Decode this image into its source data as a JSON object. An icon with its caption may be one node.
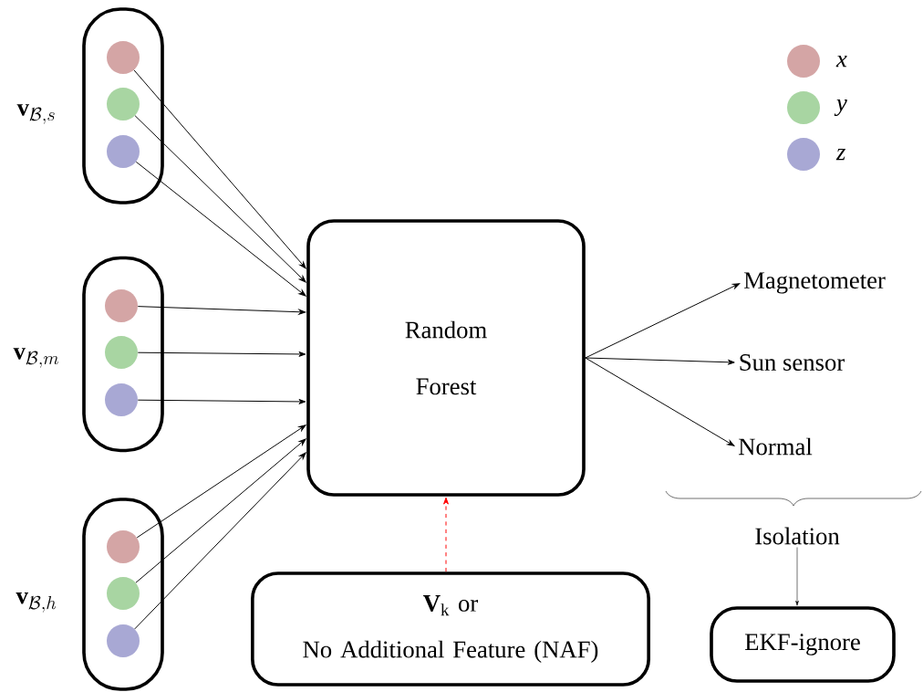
{
  "diagram": {
    "nodes": [
      {
        "text": [],
        "shape": "box",
        "beside": [
          "\\mathbf{v}_{\\mathcal{B},s}"
        ]
      },
      {
        "text": [],
        "shape": "circle",
        "in": 0
      },
      {
        "text": [],
        "shape": "circle",
        "in": 0
      },
      {
        "text": [],
        "shape": "circle",
        "in": 0
      },
      {
        "text": [],
        "shape": "box",
        "beside": [
          "\\mathbf{v}_{\\mathcal{B},m}"
        ]
      },
      {
        "text": [],
        "shape": "circle",
        "in": 4
      },
      {
        "text": [],
        "shape": "circle",
        "in": 4
      },
      {
        "text": [],
        "shape": "circle",
        "in": 4
      },
      {
        "text": [],
        "shape": "box",
        "beside": [
          "\\mathbf{v}_{\\mathcal{B},h}"
        ]
      },
      {
        "text": [],
        "shape": "circle",
        "in": 8
      },
      {
        "text": [],
        "shape": "circle",
        "in": 8
      },
      {
        "text": [],
        "shape": "circle",
        "in": 8
      },
      {
        "text": [
          "Random Forest"
        ]
      },
      {
        "text": [
          "**V**$_{k}$ or",
          "No Additional Feature (NAF)"
        ]
      },
      {
        "text": [
          "Magnetometer"
        ]
      },
      {
        "text": [
          "Sun sensor"
        ]
      },
      {
        "text": [
          "Normal"
        ]
      },
      {
        "text": [
          "Isolation"
        ]
      },
      {
        "text": [
          "EKF-ignore"
        ]
      }
    ],
    "edges": [
      {
        "from": 1,
        "to": 12,
        "arrow": "to"
      },
      {
        "from": 2,
        "to": 12,
        "arrow": "to"
      },
      {
        "from": 3,
        "to": 12,
        "arrow": "to"
      },
      {
        "from": 5,
        "to": 12,
        "arrow": "to"
      },
      {
        "from": 6,
        "to": 12,
        "arrow": "to"
      },
      {
        "from": 7,
        "to": 12,
        "arrow": "to"
      },
      {
        "from": 9,
        "to": 12,
        "arrow": "to"
      },
      {
        "from": 10,
        "to": 12,
        "arrow": "to"
      },
      {
        "from": 11,
        "to": 12,
        "arrow": "to"
      },
      {
        "from": 13,
        "to": 12,
        "arrow": "to",
        "style": "dashed",
        "color": "#ff0000"
      },
      {
        "from": 12,
        "to": 14,
        "arrow": "to"
      },
      {
        "from": 12,
        "to": 15,
        "arrow": "to"
      },
      {
        "from": 12,
        "to": 16,
        "arrow": "to"
      },
      {
        "from": 17,
        "to": 18,
        "arrow": "to"
      }
    ],
    "legend": [
      {
        "text": "x",
        "color": "#d4a5a5"
      },
      {
        "text": "y",
        "color": "#a8d5a2"
      },
      {
        "text": "z",
        "color": "#a8a8d4"
      }
    ]
  }
}
